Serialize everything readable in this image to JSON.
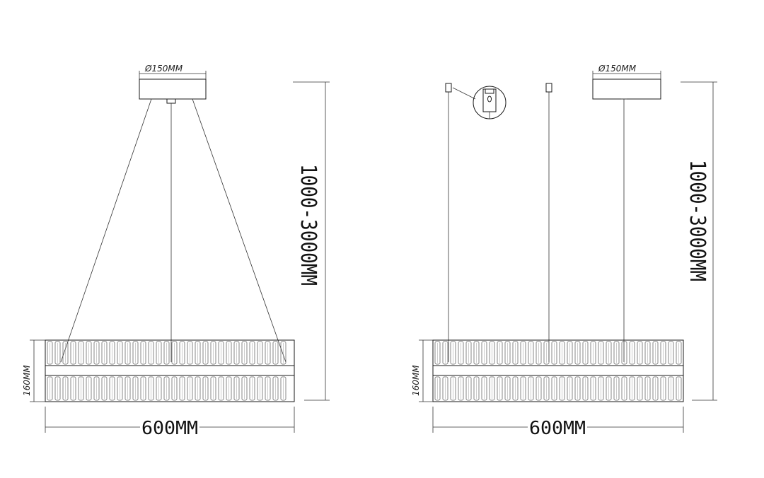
{
  "left_view": {
    "canopy_diameter": "Ø150MM",
    "drop_length": "1000-3000MM",
    "ring_height": "160MM",
    "ring_width": "600MM"
  },
  "right_view": {
    "canopy_diameter": "Ø150MM",
    "drop_length": "1000-3000MM",
    "ring_height": "160MM",
    "ring_width": "600MM",
    "detail_callout": "cable-clamp-detail"
  }
}
